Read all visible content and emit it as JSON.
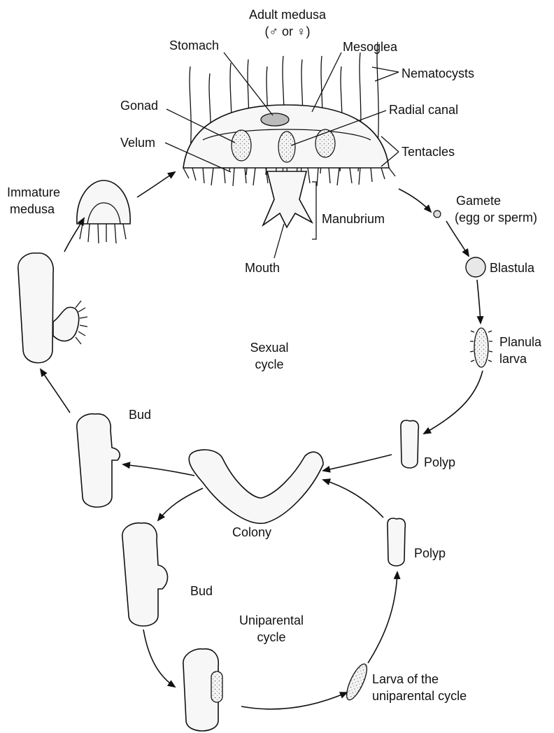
{
  "labels": {
    "adult_medusa": "Adult medusa",
    "sex_symbols": "(♂ or ♀)",
    "stomach": "Stomach",
    "mesoglea": "Mesoglea",
    "nematocysts": "Nematocysts",
    "gonad": "Gonad",
    "radial_canal": "Radial canal",
    "velum": "Velum",
    "tentacles": "Tentacles",
    "immature_medusa_line1": "Immature",
    "immature_medusa_line2": "medusa",
    "manubrium": "Manubrium",
    "gamete_line1": "Gamete",
    "gamete_line2": "(egg or sperm)",
    "mouth": "Mouth",
    "blastula": "Blastula",
    "sexual_cycle_line1": "Sexual",
    "sexual_cycle_line2": "cycle",
    "planula_line1": "Planula",
    "planula_line2": "larva",
    "bud_top": "Bud",
    "polyp_top": "Polyp",
    "colony": "Colony",
    "polyp_bottom": "Polyp",
    "bud_bottom": "Bud",
    "uniparental_line1": "Uniparental",
    "uniparental_line2": "cycle",
    "larva_uni_line1": "Larva of the",
    "larva_uni_line2": "uniparental cycle"
  }
}
